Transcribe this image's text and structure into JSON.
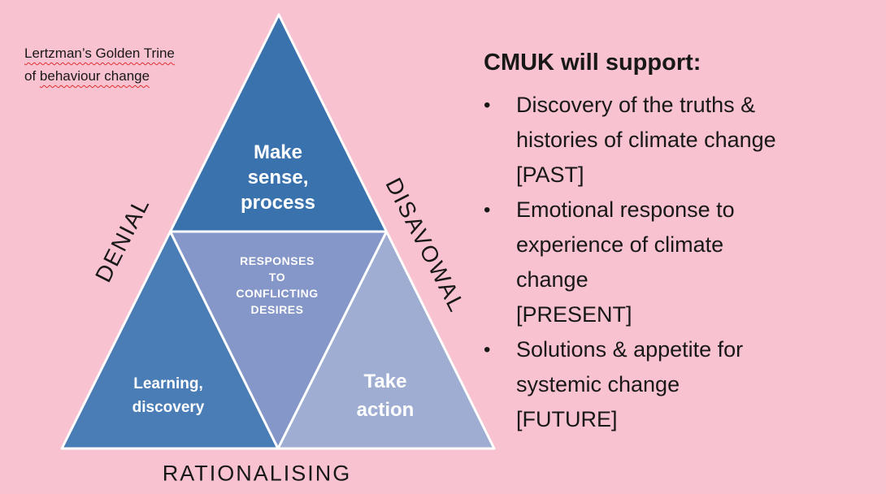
{
  "colors": {
    "background": "#f9c2d0",
    "text": "#181818",
    "triangle_border": "#ffffff",
    "triangle_top": "#3a72ad",
    "triangle_bottom_left": "#4a7db6",
    "triangle_bottom_right": "#9fadd2",
    "triangle_center": "#8596c8",
    "squiggle_underline": "#e03030"
  },
  "caption": {
    "line1": "Lertzman’s Golden Trine",
    "line2_prefix": "of ",
    "line2_underlined": "behaviour change"
  },
  "trine": {
    "top_label": "Make\nsense,\nprocess",
    "center_label": "RESPONSES\nTO\nCONFLICTING\nDESIRES",
    "bottom_left_label": "Learning,\ndiscovery",
    "bottom_right_label": "Take\naction",
    "left_edge_label": "DENIAL",
    "right_edge_label": "DISAVOWAL",
    "bottom_edge_label": "RATIONALISING"
  },
  "support": {
    "heading": "CMUK will support:",
    "bullet_char": "•",
    "bullets": [
      {
        "text": "Discovery of the truths &\nhistories of climate change\n[PAST]"
      },
      {
        "text": "Emotional response to\nexperience of climate\nchange\n[PRESENT]"
      },
      {
        "text": "Solutions & appetite for\nsystemic change\n[FUTURE]"
      }
    ]
  }
}
